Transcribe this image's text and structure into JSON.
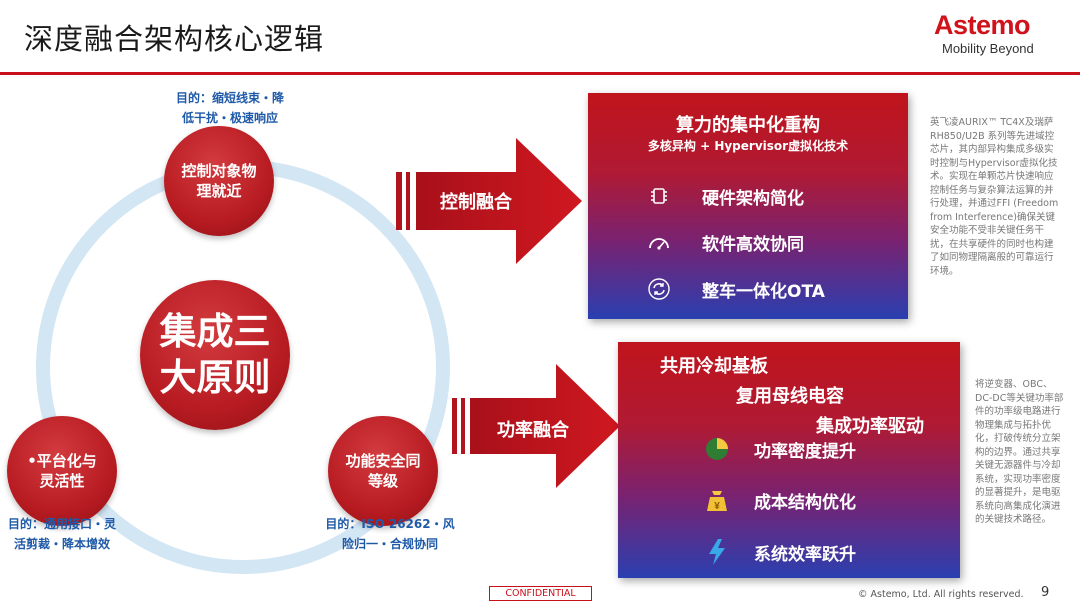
{
  "header": {
    "title": "深度融合架构核心逻辑",
    "logo": {
      "word": "Astemo",
      "tagline": "Mobility Beyond"
    }
  },
  "diagram": {
    "center": {
      "line1": "集成三",
      "line2": "大原则"
    },
    "top": {
      "line1": "控制对象物",
      "line2": "理就近",
      "goal1": "目的：缩短线束・降",
      "goal2": "低干扰・极速响应"
    },
    "left": {
      "line1": "•平台化与",
      "line2": "灵活性",
      "goal1": "目的：通用接口・灵",
      "goal2": "活剪裁・降本增效"
    },
    "right": {
      "line1": "功能安全同",
      "line2": "等级",
      "goal1": "目的：ISO 26262・风",
      "goal2": "险归一・合规协同"
    }
  },
  "arrows": {
    "control": "控制融合",
    "power": "功率融合"
  },
  "panel_control": {
    "title": "算力的集中化重构",
    "subtitle": "多核异构 + Hypervisor虚拟化技术",
    "items": [
      {
        "icon": "chip-icon",
        "label": "硬件架构简化"
      },
      {
        "icon": "gauge-icon",
        "label": "软件高效协同"
      },
      {
        "icon": "refresh-icon",
        "label": "整车一体化OTA"
      }
    ]
  },
  "panel_power": {
    "lines": [
      "共用冷却基板",
      "复用母线电容",
      "集成功率驱动"
    ],
    "items": [
      {
        "icon": "pie-chart-icon",
        "label": "功率密度提升"
      },
      {
        "icon": "money-bag-icon",
        "label": "成本结构优化"
      },
      {
        "icon": "lightning-icon",
        "label": "系统效率跃升"
      }
    ]
  },
  "notes": {
    "control": "英飞凌AURIX™ TC4X及瑞萨RH850/U2B 系列等先进域控芯片，其内部异构集成多级实时控制与Hypervisor虚拟化技术。实现在单颗芯片快速响应控制任务与复杂算法运算的并行处理，并通过FFI (Freedom from Interference)确保关键安全功能不受非关键任务干扰，在共享硬件的同时也构建了如同物理隔离般的可靠运行环境。",
    "power": "将逆变器、OBC、DC-DC等关键功率部件的功率级电路进行物理集成与拓扑优化，打破传统分立架构的边界。通过共享关键无源器件与冷却系统，实现功率密度的显著提升，是电驱系统向高集成化演进的关键技术路径。"
  },
  "footer": {
    "confidential": "CONFIDENTIAL",
    "copyright": "© Astemo, Ltd. All rights reserved.",
    "page": "9"
  },
  "colors": {
    "brand_red": "#c8101a",
    "ring": "#d3e6f4",
    "goal_blue": "#1f5aa8"
  }
}
